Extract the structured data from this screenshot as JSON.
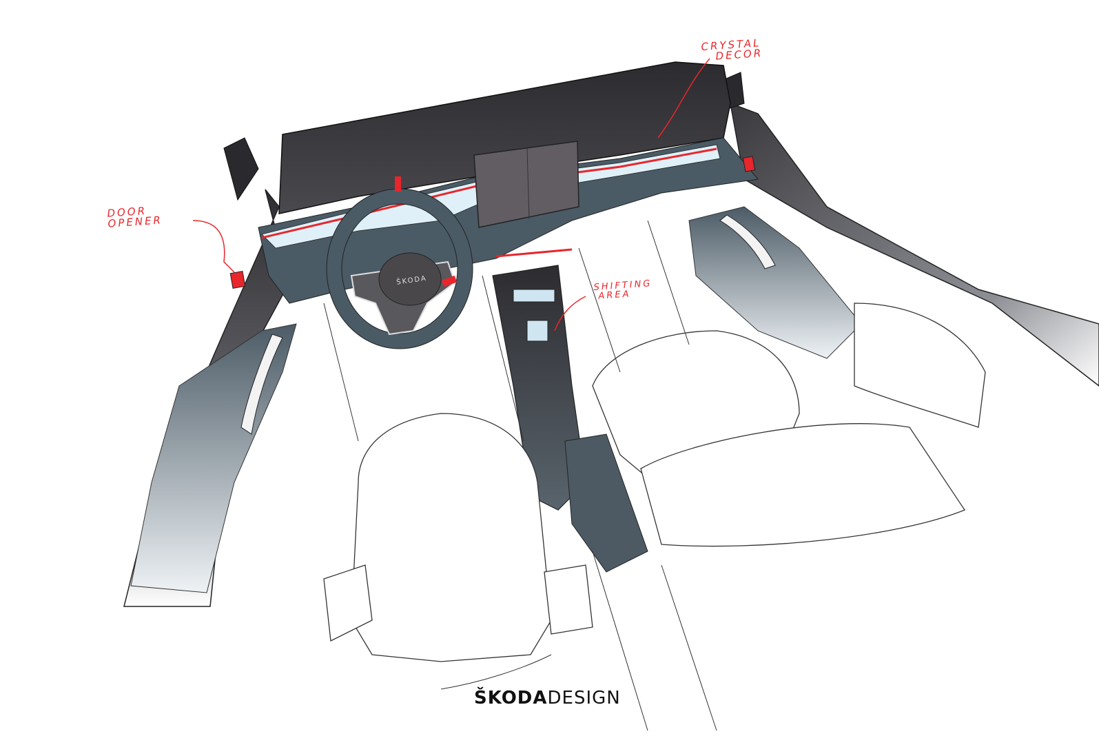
{
  "image": {
    "description": "Top-down design sketch of a car interior with dashboard, steering wheel, center console and seats",
    "colors": {
      "accent_red": "#e8262b",
      "dashboard_dark": "#3b3a3d",
      "trim_blue_grey": "#4a5b66",
      "screen": "#625d63",
      "light_blue_glass": "#cfe6f2"
    }
  },
  "annotations": [
    {
      "id": "crystal-decor",
      "lines": [
        "CRYSTAL",
        "DECOR"
      ]
    },
    {
      "id": "door-opener",
      "lines": [
        "DOOR",
        "OPENER"
      ]
    },
    {
      "id": "shifting-area",
      "lines": [
        "SHIFTING",
        "AREA"
      ]
    }
  ],
  "steering_wheel": {
    "badge": "ŠKODA"
  },
  "brand": {
    "bold": "ŠKODA",
    "regular": "DESIGN"
  }
}
